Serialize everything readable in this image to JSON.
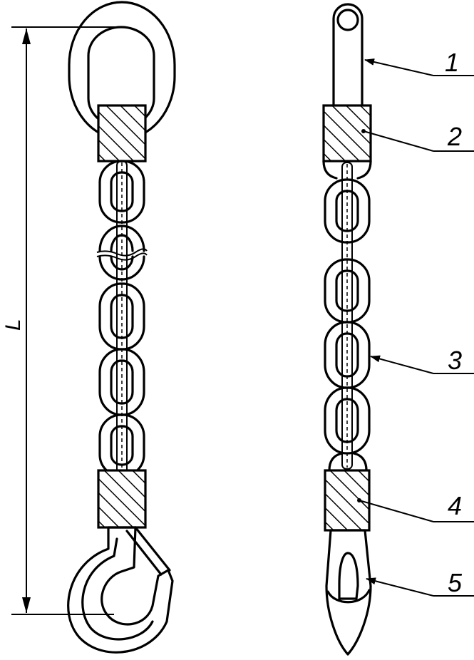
{
  "dimension": {
    "label": "L"
  },
  "callouts": [
    {
      "label": "1"
    },
    {
      "label": "2"
    },
    {
      "label": "3"
    },
    {
      "label": "4"
    },
    {
      "label": "5"
    }
  ]
}
